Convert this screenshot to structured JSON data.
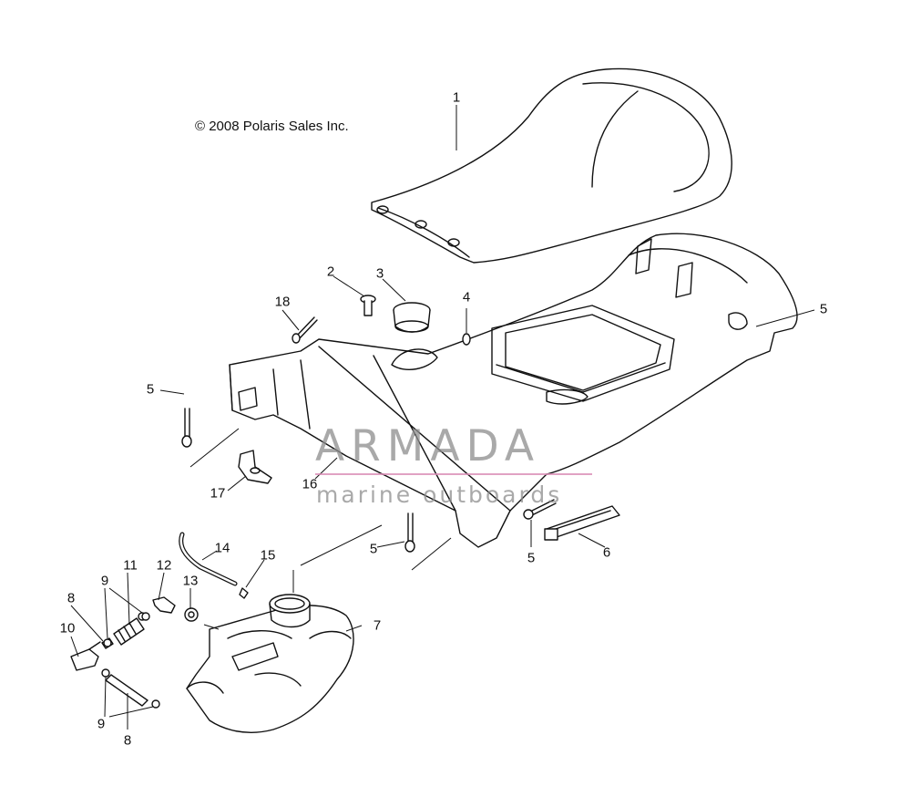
{
  "copyright": "© 2008 Polaris Sales Inc.",
  "watermark": {
    "brand": "ARMADA",
    "tagline": "marine outboards",
    "accent_color": "#d98bb4",
    "text_color": "#8d8d8d"
  },
  "callouts": {
    "c1": "1",
    "c2": "2",
    "c3": "3",
    "c4": "4",
    "c5a": "5",
    "c5b": "5",
    "c5c": "5",
    "c5d": "5",
    "c6": "6",
    "c7": "7",
    "c8a": "8",
    "c8b": "8",
    "c9a": "9",
    "c9b": "9",
    "c10": "10",
    "c11": "11",
    "c12": "12",
    "c13": "13",
    "c14": "14",
    "c15": "15",
    "c16": "16",
    "c17": "17",
    "c18": "18"
  }
}
